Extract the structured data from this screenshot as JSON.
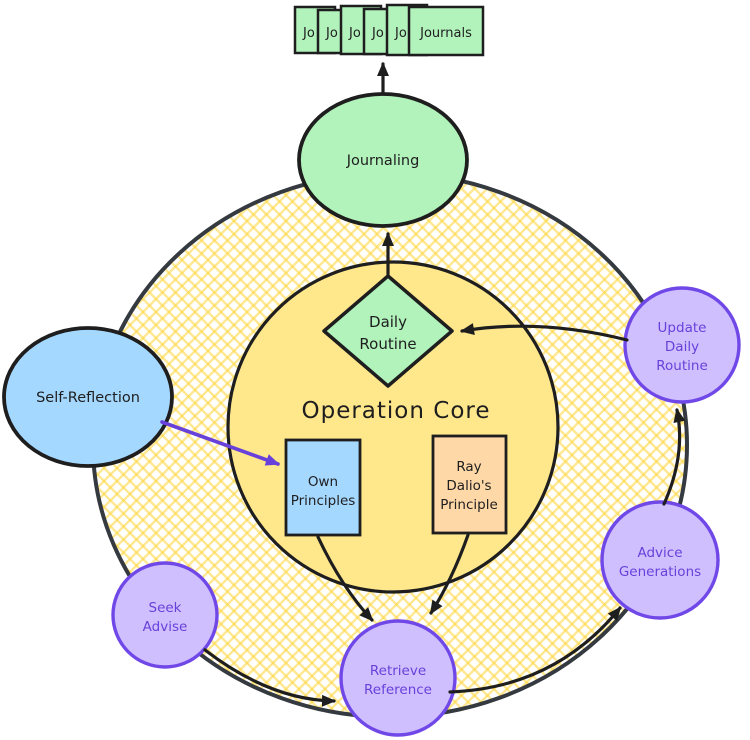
{
  "title": "Operation Core diagram",
  "colors": {
    "background": "#ffffff",
    "green_fill": "#b2f2bb",
    "blue_fill": "#a5d8ff",
    "yellow_core_fill": "#ffe78c",
    "orange_fill": "#ffd8a8",
    "purple_fill": "#d0bfff",
    "purple_stroke": "#7048e8",
    "purple_text": "#6741d9",
    "ink": "#1e1e1f",
    "ring_stroke": "#343a40",
    "hatch_line": "#ffd43b",
    "purple_arrow": "#6741d9"
  },
  "journal_stack": {
    "back_labels": [
      "Jo",
      "Jo",
      "Jo",
      "Jo",
      "Jo"
    ],
    "front_label": "Journals"
  },
  "nodes": {
    "journaling": {
      "label": "Journaling"
    },
    "daily_routine": {
      "line1": "Daily",
      "line2": "Routine"
    },
    "operation_core": {
      "label": "Operation Core"
    },
    "own_principles": {
      "line1": "Own",
      "line2": "Principles"
    },
    "ray_dalios_principle": {
      "line1": "Ray",
      "line2": "Dalio's",
      "line3": "Principle"
    },
    "self_reflection": {
      "label": "Self-Reflection"
    },
    "update_daily_routine": {
      "line1": "Update",
      "line2": "Daily",
      "line3": "Routine"
    },
    "advice_generations": {
      "line1": "Advice",
      "line2": "Generations"
    },
    "retrieve_reference": {
      "line1": "Retrieve",
      "line2": "Reference"
    },
    "seek_advise": {
      "line1": "Seek",
      "line2": "Advise"
    }
  }
}
